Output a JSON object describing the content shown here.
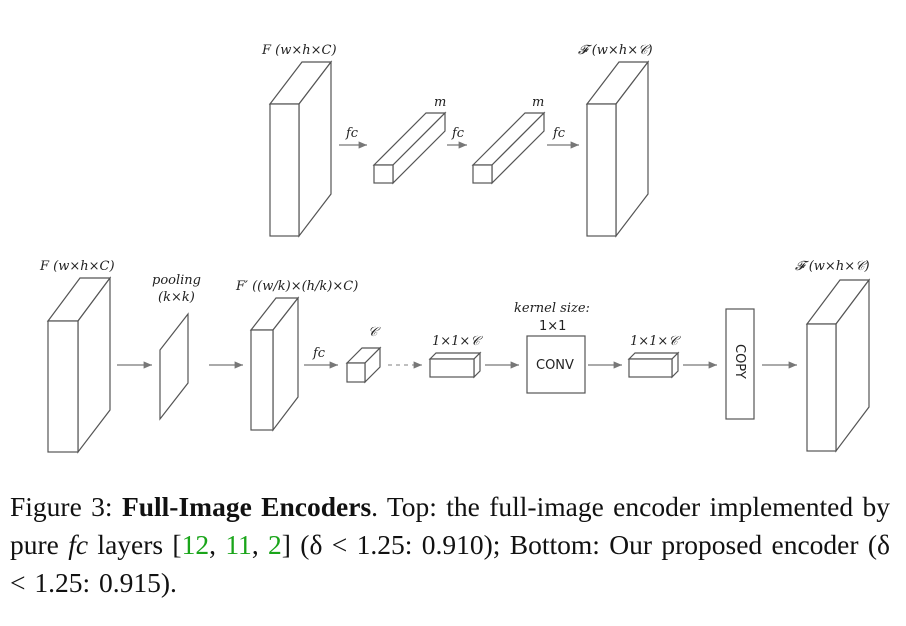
{
  "top": {
    "input_label": "F (w×h×C)",
    "fc1": "fc",
    "m1": "m",
    "fc2": "fc",
    "m2": "m",
    "fc3": "fc",
    "output_label": "𝓕 (w×h×𝒞)"
  },
  "bottom": {
    "input_label": "F (w×h×C)",
    "pooling_label": "pooling",
    "pooling_size": "(k×k)",
    "fprime_label": "F′ ((w/k)×(h/k)×C)",
    "fc": "fc",
    "c_label": "𝒞",
    "vec1_label": "1×1×𝒞",
    "kernel_label": "kernel size:",
    "kernel_size": "1×1",
    "conv_label": "CONV",
    "vec2_label": "1×1×𝒞",
    "copy_label": "COPY",
    "output_label": "𝓕 (w×h×𝒞)"
  },
  "caption": {
    "figure": "Figure 3:",
    "title": "Full-Image Encoders",
    "text1": ". Top: the full-image encoder implemented by pure ",
    "fc": "fc",
    "text2": " layers [",
    "cite1": "12",
    "sep1": ", ",
    "cite2": "11",
    "sep2": ", ",
    "cite3": "2",
    "text3": "] (δ < 1.25: 0.910); Bottom: Our proposed encoder (δ < 1.25: 0.915)."
  },
  "colors": {
    "stroke": "#555555",
    "arrow": "#777777",
    "citation": "#1aa51a"
  }
}
